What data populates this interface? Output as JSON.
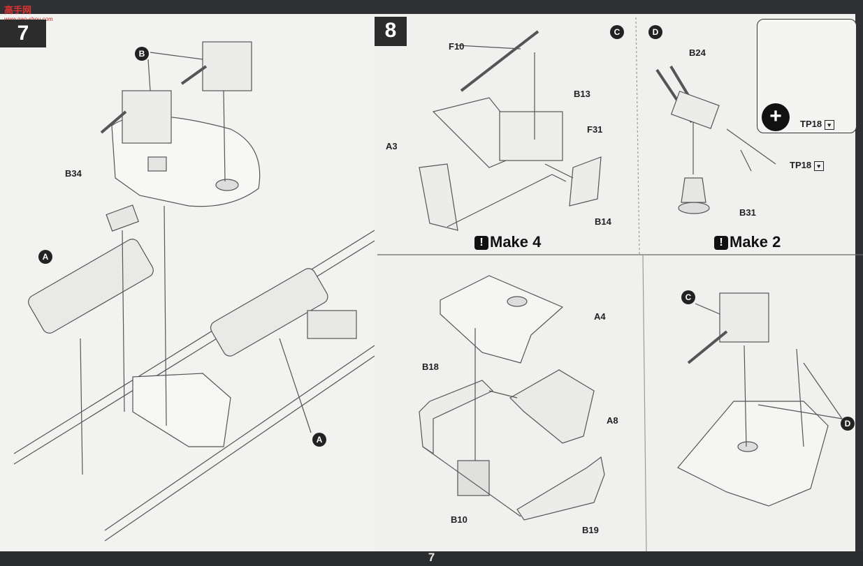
{
  "watermark": {
    "text": "高手网",
    "url": "www.gao-shou.com"
  },
  "page_number": "7",
  "step7": {
    "number": "7",
    "callouts": {
      "b_top": "B",
      "a_left": "A",
      "a_right": "A"
    },
    "labels": {
      "b34": "B34"
    }
  },
  "step8": {
    "number": "8",
    "sub_c": {
      "marker": "C",
      "labels": {
        "f10": "F10",
        "b13": "B13",
        "f31": "F31",
        "a3": "A3",
        "b14": "B14"
      },
      "make": "Make 4"
    },
    "sub_d": {
      "marker": "D",
      "labels": {
        "b24": "B24",
        "tp18": "TP18",
        "b31": "B31"
      },
      "make": "Make 2"
    },
    "zoom": {
      "label": "TP18"
    },
    "lower_left": {
      "labels": {
        "a4": "A4",
        "b18": "B18",
        "a8": "A8",
        "b10": "B10",
        "b19": "B19"
      }
    },
    "lower_right": {
      "callouts": {
        "c": "C",
        "d": "D"
      }
    }
  }
}
